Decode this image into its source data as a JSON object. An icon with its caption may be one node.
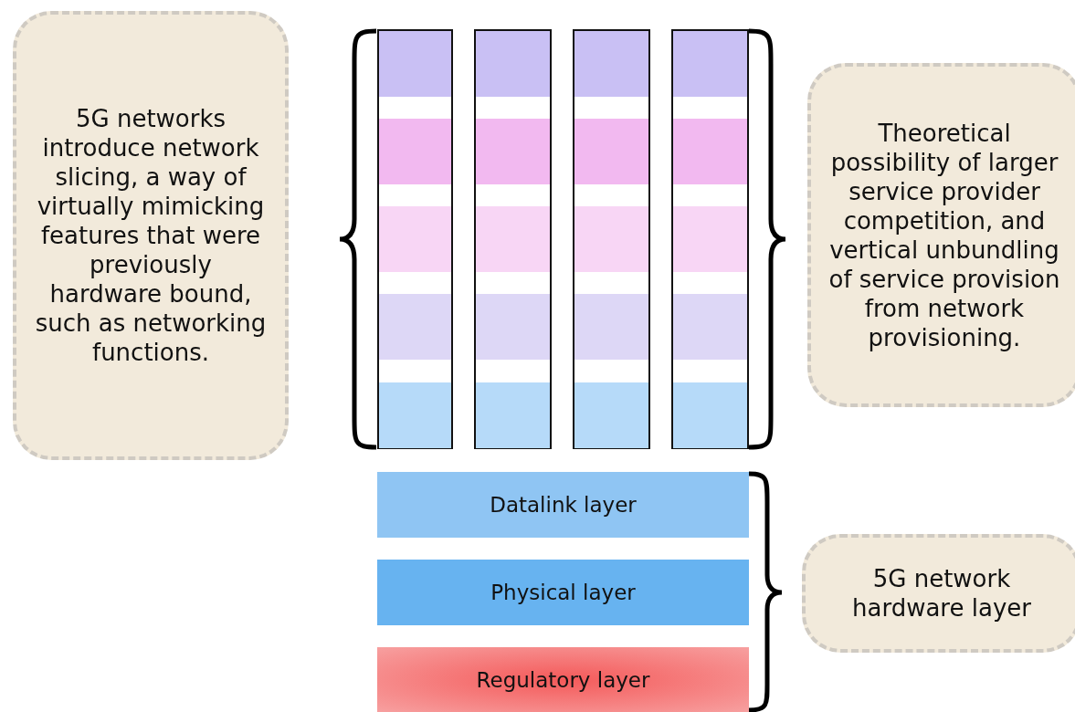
{
  "diagram": {
    "nodes": [
      {
        "text": [
          "5G networks introduce network slicing, a way of virtually mimicking features that were previously hardware bound, such as networking functions."
        ]
      },
      {
        "text": [],
        "shape": "bar"
      },
      {
        "text": [],
        "shape": "box",
        "in": 1
      },
      {
        "text": [],
        "shape": "box",
        "in": 1
      },
      {
        "text": [],
        "shape": "box",
        "in": 1
      },
      {
        "text": [],
        "shape": "box",
        "in": 1
      },
      {
        "text": [],
        "shape": "box",
        "in": 1
      },
      {
        "text": [],
        "shape": "bar"
      },
      {
        "text": [],
        "shape": "box",
        "in": 7
      },
      {
        "text": [],
        "shape": "box",
        "in": 7
      },
      {
        "text": [],
        "shape": "box",
        "in": 7
      },
      {
        "text": [],
        "shape": "box",
        "in": 7
      },
      {
        "text": [],
        "shape": "box",
        "in": 7
      },
      {
        "text": [],
        "shape": "bar"
      },
      {
        "text": [],
        "shape": "box",
        "in": 13
      },
      {
        "text": [],
        "shape": "box",
        "in": 13
      },
      {
        "text": [],
        "shape": "box",
        "in": 13
      },
      {
        "text": [],
        "shape": "box",
        "in": 13
      },
      {
        "text": [],
        "shape": "box",
        "in": 13
      },
      {
        "text": [],
        "shape": "bar"
      },
      {
        "text": [],
        "shape": "box",
        "in": 19
      },
      {
        "text": [],
        "shape": "box",
        "in": 19
      },
      {
        "text": [],
        "shape": "box",
        "in": 19
      },
      {
        "text": [],
        "shape": "box",
        "in": 19
      },
      {
        "text": [],
        "shape": "box",
        "in": 19
      },
      {
        "text": [
          "Theoretical possibility of larger service provider competition, and vertical unbundling of service provision from network provisioning."
        ]
      },
      {
        "text": [
          "Datalink layer"
        ]
      },
      {
        "text": [
          "Physical layer"
        ]
      },
      {
        "text": [
          "Regulatory layer"
        ]
      },
      {
        "text": [
          "5G network hardware layer"
        ]
      }
    ],
    "edges": []
  }
}
